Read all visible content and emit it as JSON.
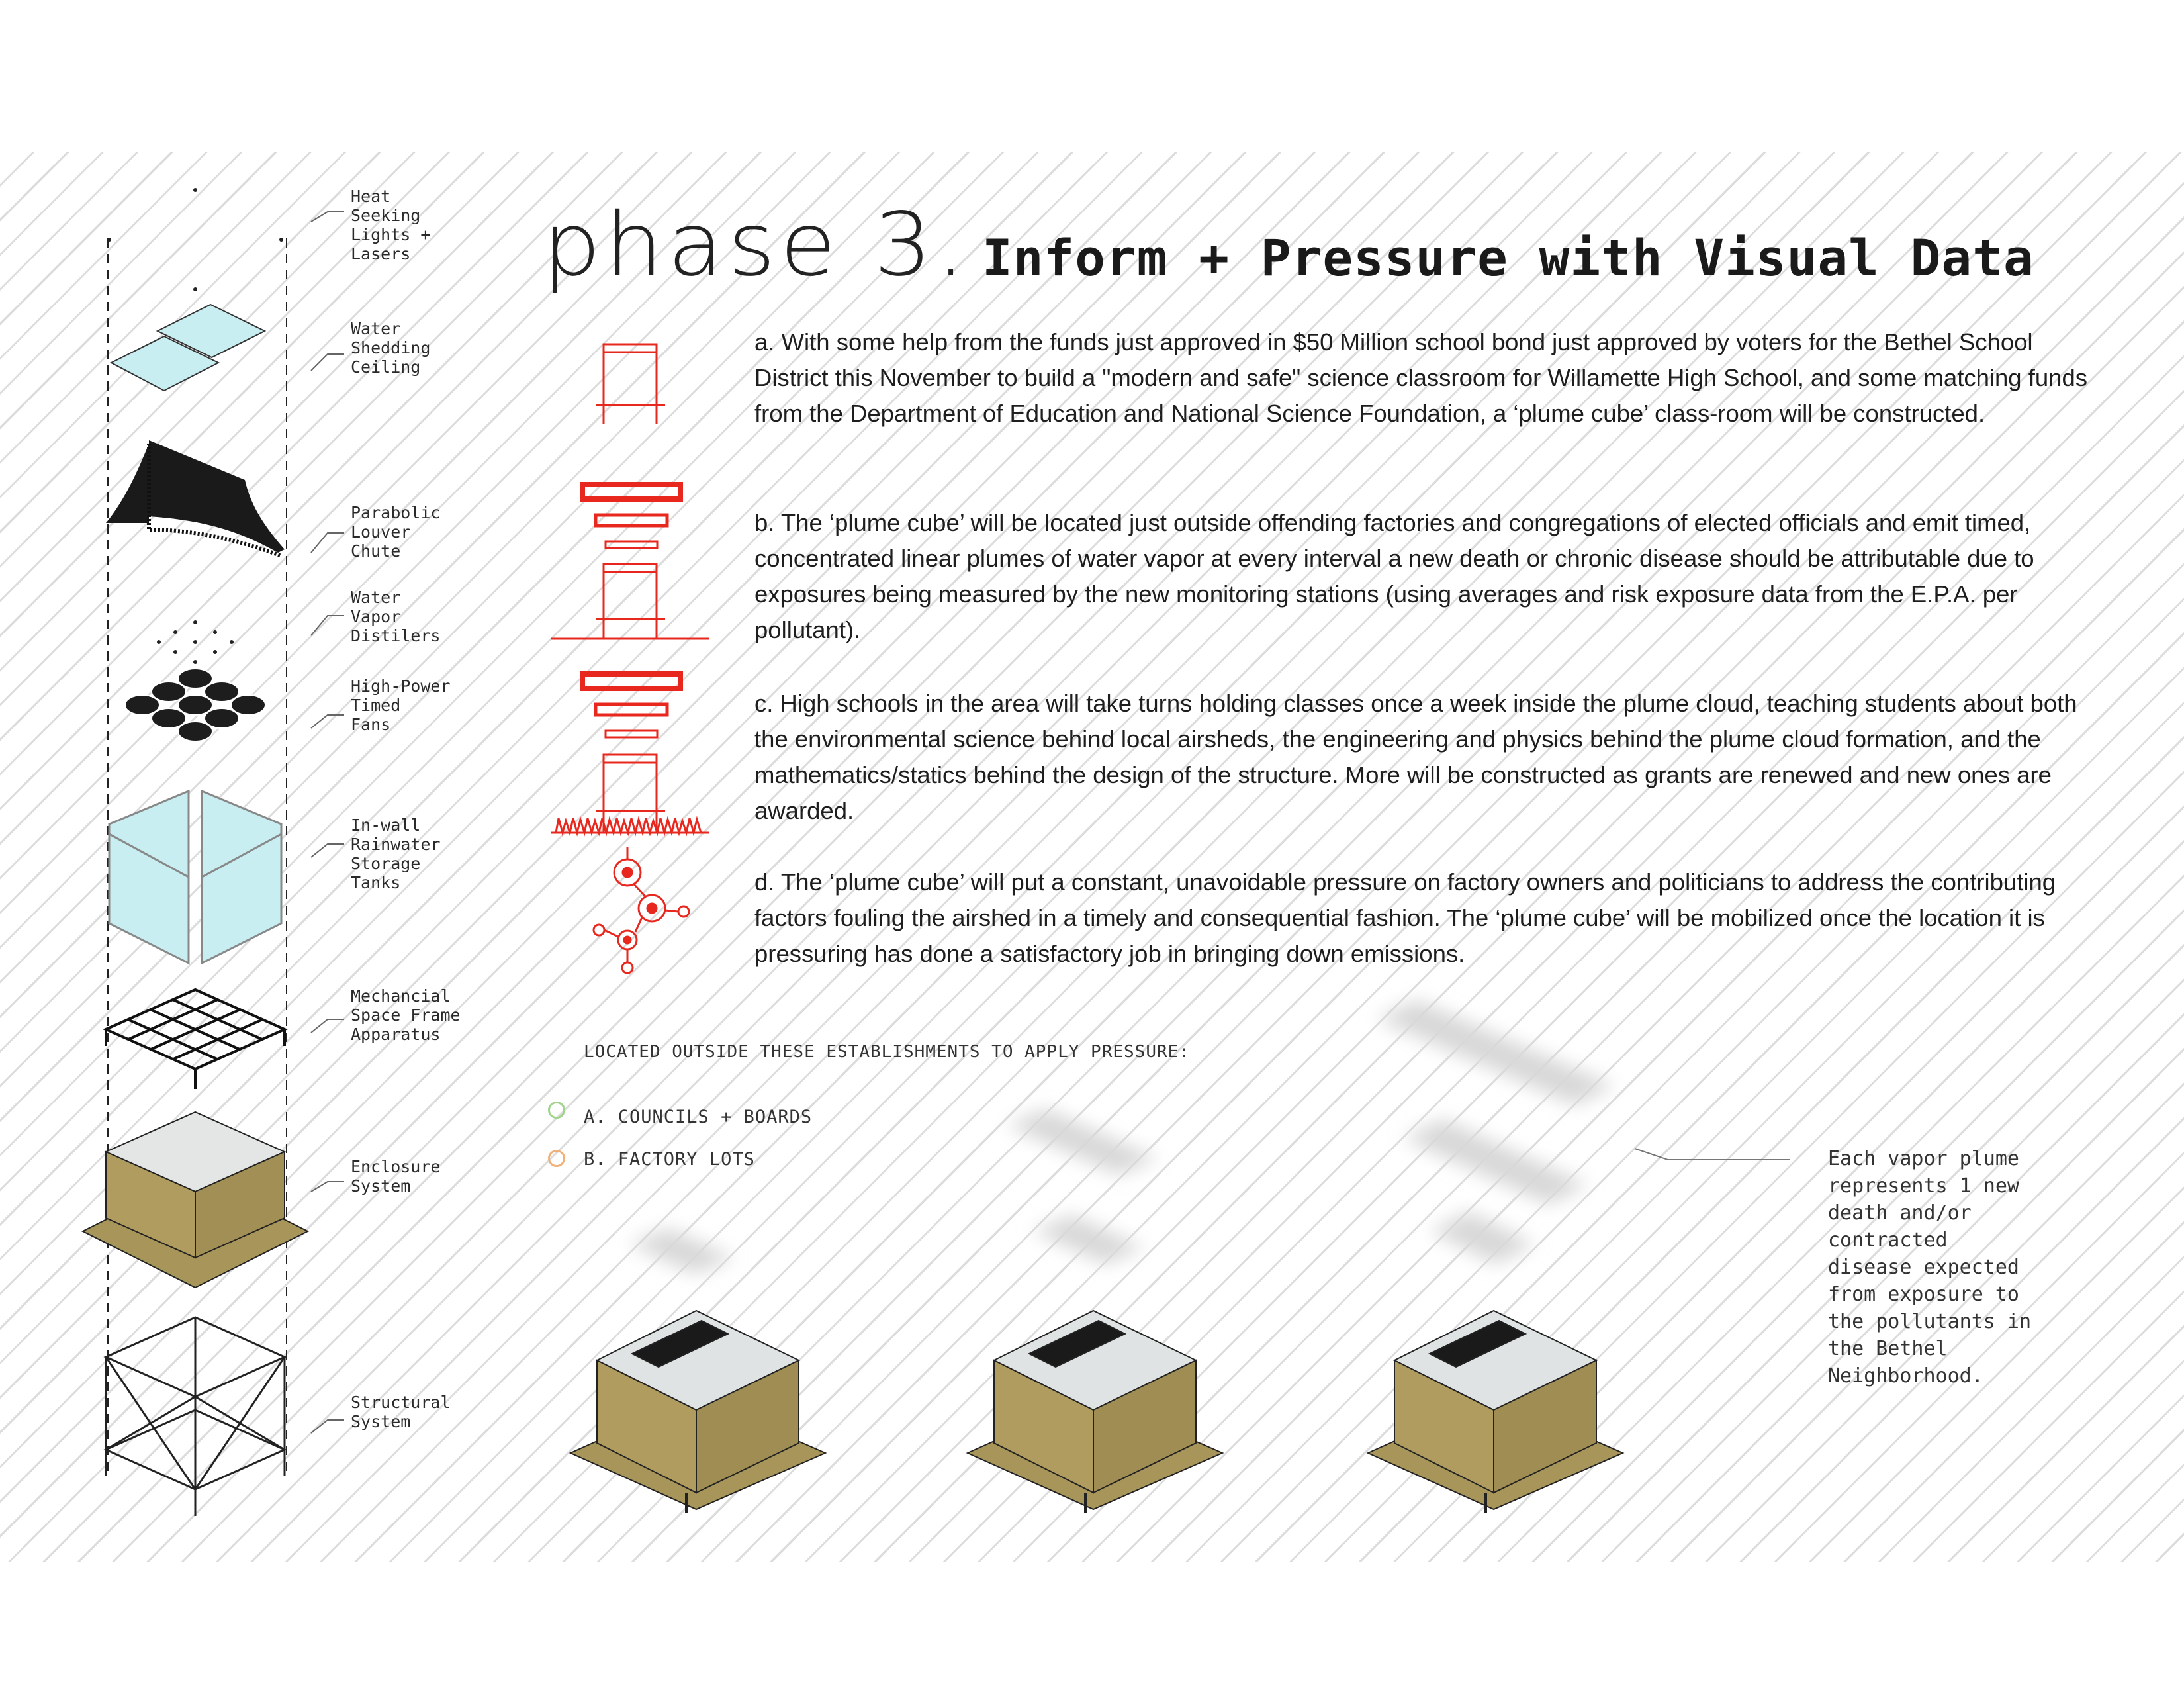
{
  "title": {
    "phase": "phase 3.",
    "main": "Inform + Pressure with Visual Data"
  },
  "components": [
    {
      "label": "Heat\nSeeking\nLights +\nLasers"
    },
    {
      "label": "Water\nShedding\nCeiling"
    },
    {
      "label": "Parabolic\nLouver\nChute"
    },
    {
      "label": "Water\nVapor\nDistilers"
    },
    {
      "label": "High-Power\nTimed\nFans"
    },
    {
      "label": "In-wall\nRainwater\nStorage\nTanks"
    },
    {
      "label": "Mechancial\nSpace Frame\nApparatus"
    },
    {
      "label": "Enclosure\nSystem"
    },
    {
      "label": "Structural\nSystem"
    }
  ],
  "paragraphs": {
    "a": "a. With some help from the funds just approved in $50 Million school bond just approved by voters for the Bethel School District this November to build a \"modern and safe\" science classroom for Willamette High School, and some matching funds from the Department of Education and National Science Foundation, a ‘plume cube’ class-room will be constructed.",
    "b": "b. The ‘plume cube’ will be located just outside offending factories and congregations of elected officials and emit timed, concentrated linear plumes of water vapor at every interval a new death or chronic disease should be attributable due to exposures being measured by the new monitoring stations (using averages and risk exposure data from the E.P.A. per pollutant).",
    "c": "c. High schools in the area will take turns holding classes once a week inside the plume cloud, teaching students about both the environmental science behind local airsheds, the engineering and physics behind the plume cloud formation, and the mathematics/statics behind the design of the structure. More will be constructed as grants are renewed and new ones are awarded.",
    "d": "d. The ‘plume cube’ will put a constant, unavoidable pressure on factory owners and politicians to address the contributing factors fouling the airshed in a timely and consequential fashion. The ‘plume cube’ will be mobilized once the location it is pressuring has done a satisfactory job in bringing down emissions."
  },
  "establishments": {
    "heading": "LOCATED OUTSIDE THESE ESTABLISHMENTS TO APPLY PRESSURE:",
    "items": [
      {
        "label": "A. COUNCILS + BOARDS",
        "color": "#9fd48a"
      },
      {
        "label": "B. FACTORY LOTS",
        "color": "#f0b07a"
      }
    ]
  },
  "note": "Each vapor plume\nrepresents 1 new\ndeath and/or\ncontracted\ndisease expected\nfrom exposure to\nthe pollutants in\nthe Bethel\nNeighborhood.",
  "colors": {
    "accent_red": "#e8281e",
    "enclosure_tan": "#a8955a",
    "tank_blue": "#c8eef2",
    "louver_black": "#1a1a1a"
  }
}
